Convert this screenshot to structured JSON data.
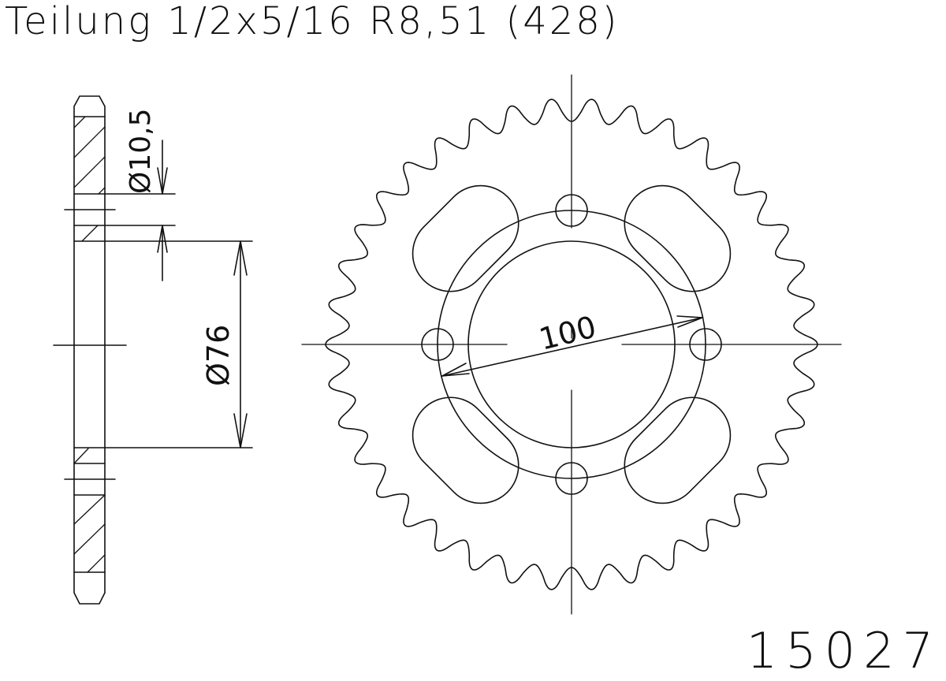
{
  "drawing": {
    "title": "Teilung 1/2x5/16 R8,51 (428)",
    "part_number": "15027",
    "colors": {
      "line": "#111111",
      "background": "#ffffff"
    },
    "side_view": {
      "bore_hole_dim_label": "Ø10,5",
      "center_bore_dim_label": "Ø76"
    },
    "front_view": {
      "bolt_circle_dim_label": "100",
      "teeth_count": 38,
      "bolt_holes": 4,
      "slots": 4
    }
  }
}
